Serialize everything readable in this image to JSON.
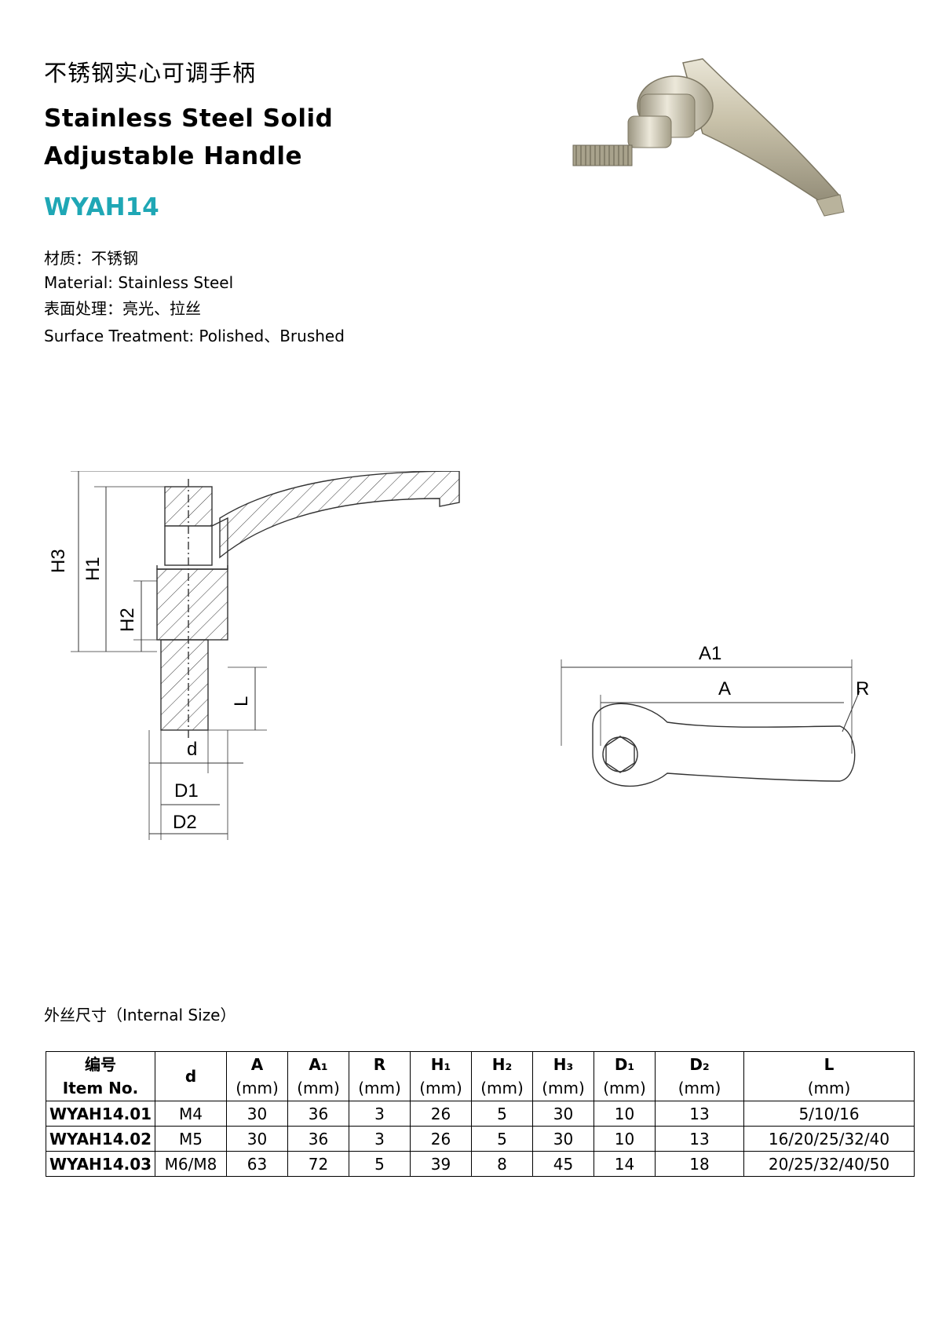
{
  "header": {
    "title_cn": "不锈钢实心可调手柄",
    "title_en_line1": "Stainless Steel Solid",
    "title_en_line2": "Adjustable Handle",
    "model": "WYAH14",
    "model_color": "#1fa7b5"
  },
  "specs": {
    "material_cn": "材质：不锈钢",
    "material_en": "Material: Stainless Steel",
    "surface_cn": "表面处理：亮光、拉丝",
    "surface_en": "Surface Treatment: Polished、Brushed"
  },
  "drawing": {
    "side_labels": {
      "h3": "H3",
      "h1": "H1",
      "h2": "H2",
      "l": "L",
      "d": "d",
      "d1": "D1",
      "d2": "D2"
    },
    "top_labels": {
      "a1": "A1",
      "a": "A",
      "r": "R"
    }
  },
  "table": {
    "caption": "外丝尺寸（Internal Size）",
    "headers": [
      {
        "top": "编号",
        "bottom": "Item No."
      },
      {
        "top": "d",
        "bottom": ""
      },
      {
        "top": "A",
        "bottom": "(mm)"
      },
      {
        "top": "A₁",
        "bottom": "(mm)"
      },
      {
        "top": "R",
        "bottom": "(mm)"
      },
      {
        "top": "H₁",
        "bottom": "(mm)"
      },
      {
        "top": "H₂",
        "bottom": "(mm)"
      },
      {
        "top": "H₃",
        "bottom": "(mm)"
      },
      {
        "top": "D₁",
        "bottom": "(mm)"
      },
      {
        "top": "D₂",
        "bottom": "(mm)"
      },
      {
        "top": "L",
        "bottom": "(mm)"
      }
    ],
    "rows": [
      [
        "WYAH14.01",
        "M4",
        "30",
        "36",
        "3",
        "26",
        "5",
        "30",
        "10",
        "13",
        "5/10/16"
      ],
      [
        "WYAH14.02",
        "M5",
        "30",
        "36",
        "3",
        "26",
        "5",
        "30",
        "10",
        "13",
        "16/20/25/32/40"
      ],
      [
        "WYAH14.03",
        "M6/M8",
        "63",
        "72",
        "5",
        "39",
        "8",
        "45",
        "14",
        "18",
        "20/25/32/40/50"
      ]
    ]
  }
}
